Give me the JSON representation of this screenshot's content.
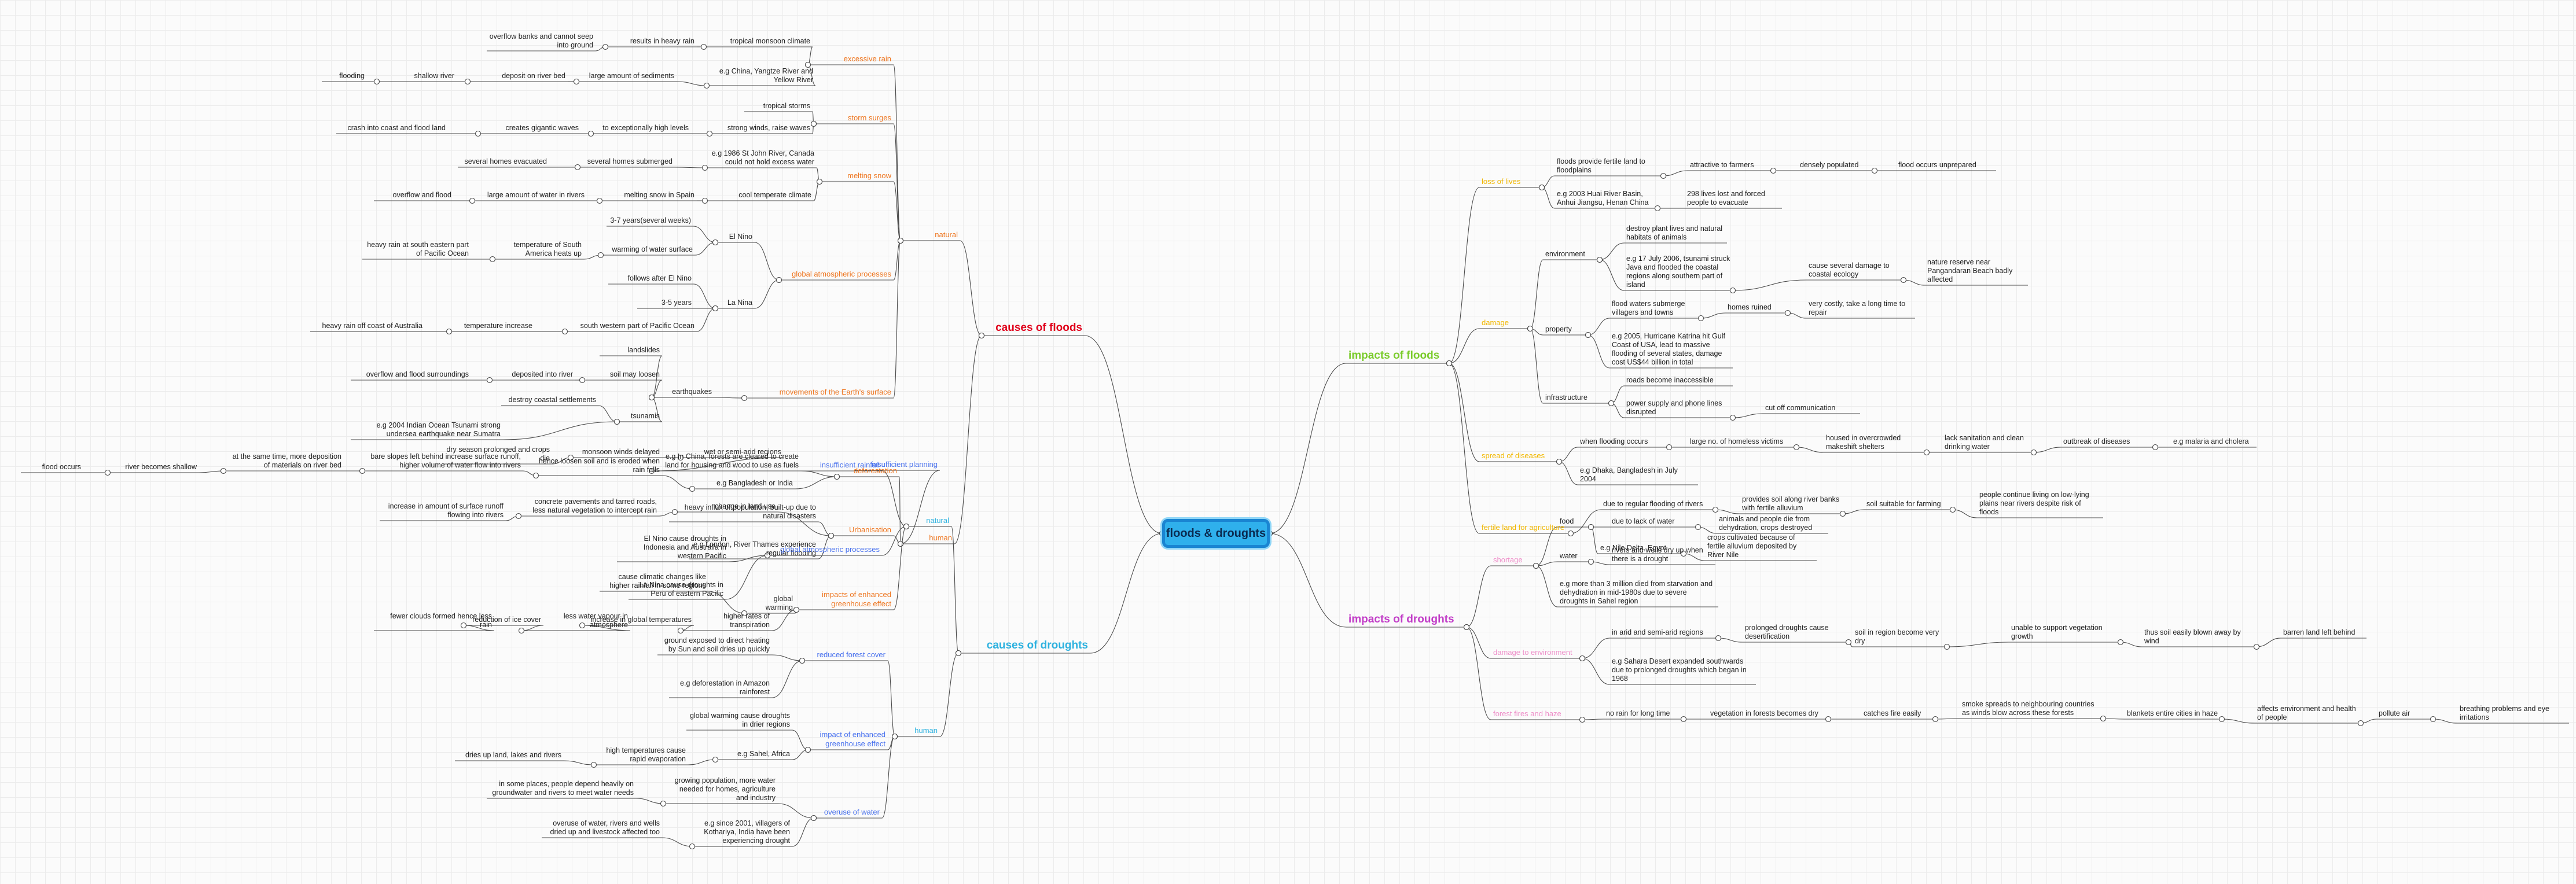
{
  "root": "floods & droughts",
  "colors": {
    "line": "#4a4a4a",
    "floods": "#e0001b",
    "impactsFloods": "#7acb2b",
    "droughts": "#2cb1df",
    "impactsDroughts": "#c23ec8",
    "orange": "#ee7722",
    "yellow": "#f1b700",
    "blue": "#4b73ee",
    "pink": "#ee8fc9"
  },
  "labels": {
    "causes_floods": "causes of floods",
    "natural": "natural",
    "excessive_rain": "excessive rain",
    "tropical_monsoon": "tropical monsoon climate",
    "results_heavy_rain": "results in heavy rain",
    "overflow_banks": "overflow banks and cannot seep into ground",
    "china_yangtze": "e.g China, Yangtze River and Yellow River",
    "large_sediments": "large amount of sediments",
    "deposit_river_bed": "deposit on river bed",
    "shallow_river": "shallow river",
    "flooding": "flooding",
    "storm_surges": "storm surges",
    "tropical_storms": "tropical storms",
    "strong_winds": "strong winds, raise waves",
    "exceptionally_high": "to exceptionally high levels",
    "gigantic_waves": "creates gigantic waves",
    "crash_coast": "crash into coast and flood land",
    "melting_snow": "melting snow",
    "st_john": "e.g 1986 St John River, Canada could not hold excess water",
    "homes_submerged": "several homes submerged",
    "homes_evacuated": "several homes evacuated",
    "cool_temperate": "cool temperate climate",
    "melting_spain": "melting snow in Spain",
    "large_water_rivers": "large amount of water in rivers",
    "overflow_flood": "overflow and flood",
    "global_atmo": "global atmospheric processes",
    "el_nino": "El Nino",
    "years_37": "3-7 years(several weeks)",
    "warming_water": "warming of water surface",
    "temp_south_america": "temperature of South America heats up",
    "heavy_rain_se_pacific": "heavy rain at south eastern part of Pacific Ocean",
    "la_nina": "La Nina",
    "follows_el_nino": "follows after El Nino",
    "years_35": "3-5 years",
    "sw_pacific": "south western part of Pacific Ocean",
    "temp_increase": "temperature increase",
    "heavy_rain_australia": "heavy rain off coast of Australia",
    "movements_crust": "movements of the Earth's surface",
    "earthquakes": "earthquakes",
    "landslides": "landslides",
    "soil_loosen": "soil may loosen",
    "deposited_river": "deposited into river",
    "overflow_surroundings": "overflow and flood surroundings",
    "tsunamis": "tsunamis",
    "destroy_coastal": "destroy coastal settlements",
    "sumatra": "e.g 2004 Indian Ocean Tsunami strong undersea earthquake near Sumatra",
    "human": "human",
    "insufficient_planning": "insufficient planning",
    "deforestation": "deforestation",
    "cleared_forests": "e.g In China, forests are cleared to create land for housing and wood to use as fuels",
    "wet_semi_arid": "wet or semi-arid regions",
    "monsoon_delayed": "monsoon winds delayed",
    "loosen_soil": "hence loosen soil and is eroded when rain falls",
    "bangladesh_india": "e.g Bangladesh or India",
    "bare_slopes": "bare slopes left behind increase surface runoff, higher volume of water flow into rivers",
    "at_same_time": "at the same time, more deposition of materials on river bed",
    "river_shallow": "river becomes shallow",
    "flood_occurs": "flood occurs",
    "dry_season": "dry season prolonged and crops die",
    "urbanisation": "Urbanisation",
    "change_landuse": "change in land use",
    "concrete": "concrete pavements and tarred roads, less natural vegetation to intercept rain",
    "increase_runoff": "increase in amount of surface runoff flowing into rivers",
    "heavy_influx": "heavy influx of population, built-up due to natural disasters",
    "london_thames": "e.g London, River Thames experience regular flooding",
    "impacts_floods": "impacts of floods",
    "loss_lives": "loss of lives",
    "fertile_land": "floods provide fertile land to floodplains",
    "attractive_farmers": "attractive to farmers",
    "densely_populated": "densely populated",
    "flood_unprepared": "flood occurs unprepared",
    "huai_river": "e.g 2003 Huai River Basin, Anhui Jiangsu, Henan China",
    "lives_lost": "298 lives lost and forced people to evacuate",
    "damage": "damage",
    "environment": "environment",
    "destroy_plant": "destroy plant lives and natural habitats of animals",
    "java_tsunami": "e.g 17 July 2006, tsunami struck Java and flooded the coastal regions along southern part of island",
    "damage_coastal": "cause several damage to coastal ecology",
    "nature_reserve": "nature reserve near Pangandaran Beach badly affected",
    "property": "property",
    "submerge_villages": "flood waters submerge villagers and towns",
    "homes_ruined": "homes ruined",
    "costly_repair": "very costly, take a long time to repair",
    "katrina": "e.g 2005, Hurricane Katrina hit Gulf Coast of USA, lead to massive flooding of several states, damage cost US$44 billion in total",
    "infrastructure": "infrastructure",
    "roads_inaccessible": "roads become inaccessible",
    "power_supply": "power supply and phone lines disrupted",
    "cut_off": "cut off communication",
    "spread_diseases": "spread of diseases",
    "when_flooding": "when flooding occurs",
    "homeless": "large no. of homeless victims",
    "housed_shelters": "housed in overcrowded makeshift shelters",
    "lack_sanitation": "lack sanitation and clean drinking water",
    "outbreak": "outbreak of diseases",
    "malaria": "e.g malaria and cholera",
    "dhaka": "e.g Dhaka, Bangladesh in July 2004",
    "fertile_agri": "fertile land for agriculture",
    "due_regular": "due to regular flooding of rivers",
    "silt": "provides soil along river banks with fertile alluvium",
    "soil_farming": "soil suitable for farming",
    "live_low_lying": "people continue living on low-lying plains near rivers despite risk of floods",
    "causes_droughts": "causes of droughts",
    "natural_d": "natural",
    "insufficient_rainfall": "insufficient rainfall",
    "atmo_d": "global atmospheric processes",
    "el_nino_droughts": "El Nino cause droughts in Indonesia and Australia in western Pacific",
    "la_nina_droughts": "La Nina cause droughts in Peru of eastern Pacific",
    "enhanced_ge": "impacts of enhanced greenhouse effect",
    "global_warming": "global warming",
    "climatic_changes": "cause climatic changes like higher rainfall in some regions",
    "higher_evap": "higher rates of transpiration",
    "increase_temp": "increase in global temperatures",
    "less_vapour": "less water vapour in atmosphere",
    "reduction_ice": "reduction of ice cover",
    "fewer_clouds": "fewer clouds formed hence less rain",
    "human_d": "human",
    "reduced_forest": "reduced forest cover",
    "ground_exposed": "ground exposed to direct heating by Sun and soil dries up quickly",
    "amazon": "e.g deforestation in Amazon rainforest",
    "impact_enhanced": "impact of enhanced greenhouse effect",
    "gw_droughts": "global warming cause droughts in drier regions",
    "sahel": "e.g Sahel, Africa",
    "high_temps": "high temperatures cause rapid evaporation",
    "dries_up": "dries up land, lakes and rivers",
    "overuse_water": "overuse of water",
    "growing_pop": "growing population, more water needed for homes, agriculture and industry",
    "groundwater": "in some places, people depend heavily on groundwater and rivers to meet water needs",
    "kothariya": "e.g since 2001, villagers of Kothariya, India have been experiencing drought",
    "wells_dried": "overuse of water, rivers and wells dried up and livestock affected too",
    "impacts_droughts": "impacts of droughts",
    "shortage": "shortage",
    "food": "food",
    "due_lack_water": "due to lack of water",
    "animals_people_die": "animals and people die from dehydration, crops destroyed",
    "nile_delta": "e.g Nile Delta, Egypt",
    "crops_cultivated": "crops cultivated because of fertile alluvium deposited by River Nile",
    "water": "water",
    "wells_dry": "rivers and wells dry up when there is a drought",
    "sahel_deaths": "e.g more than 3 million died from starvation and dehydration in mid-1980s due to severe droughts in Sahel region",
    "damage_env": "damage to environment",
    "arid_regions": "in arid and semi-arid regions",
    "desertification": "prolonged droughts cause desertification",
    "soil_dry": "soil in region become very dry",
    "unable_vegetation": "unable to support vegetation growth",
    "blown_wind": "thus soil easily blown away by wind",
    "barren": "barren land left behind",
    "sahara": "e.g Sahara Desert expanded southwards due to prolonged droughts which began in 1968",
    "forest_fires": "forest fires and haze",
    "no_rain": "no rain for long time",
    "veg_dry": "vegetation in forests becomes dry",
    "catches_fire": "catches fire easily",
    "smoke": "smoke spreads to neighbouring countries as winds blow across these forests",
    "blankets": "blankets entire cities in haze",
    "affects_env": "affects environment and health of people",
    "pollute_air": "pollute air",
    "breathing": "breathing problems and eye irritations"
  }
}
